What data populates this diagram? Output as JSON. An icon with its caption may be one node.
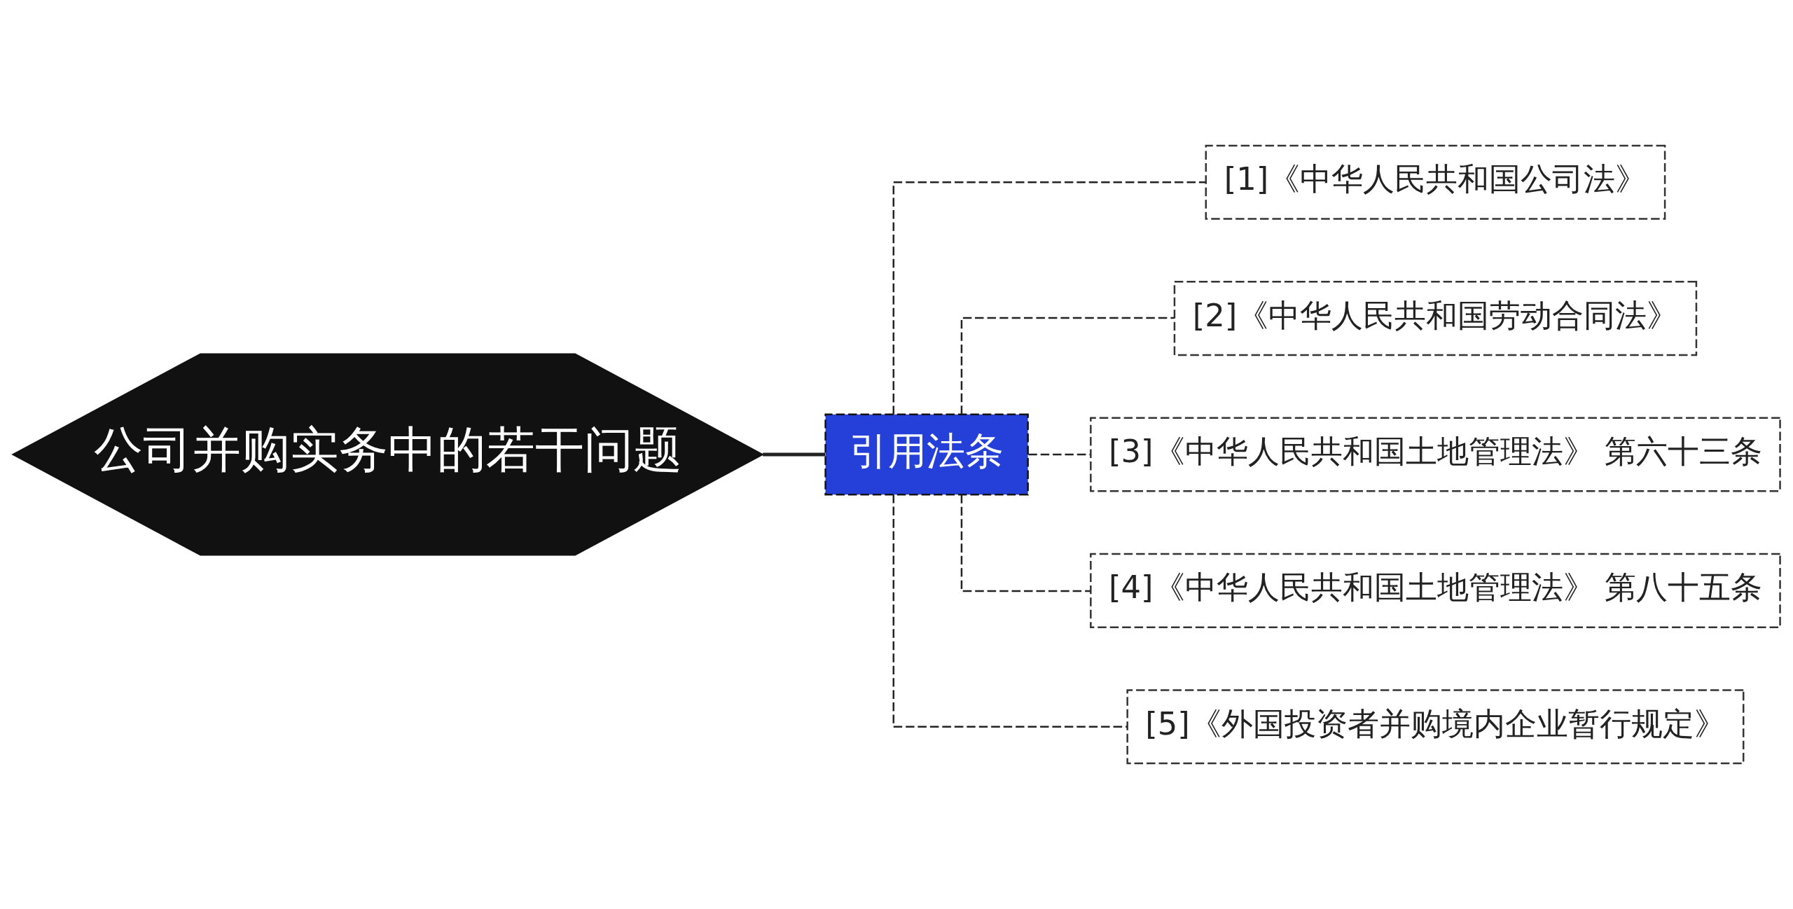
{
  "diagram": {
    "nodes": [
      {
        "text": [
          "公司并购实务中的若干问题"
        ]
      },
      {
        "text": [
          "引用法条"
        ]
      },
      {
        "text": [
          "[1]《中华人民共和国公司法》"
        ]
      },
      {
        "text": [
          "[2]《中华人民共和国劳动合同法》"
        ]
      },
      {
        "text": [
          "[3]《中华人民共和国土地管理法》 第六十三条"
        ]
      },
      {
        "text": [
          "[4]《中华人民共和国土地管理法》 第八十五条"
        ]
      },
      {
        "text": [
          "[5]《外国投资者并购境内企业暂行规定》"
        ]
      }
    ],
    "edges": [
      {
        "from": 0,
        "to": 1,
        "arrow": "none"
      },
      {
        "from": 1,
        "to": 2,
        "arrow": "none",
        "style": "dashed"
      },
      {
        "from": 1,
        "to": 3,
        "arrow": "none",
        "style": "dashed"
      },
      {
        "from": 1,
        "to": 4,
        "arrow": "none",
        "style": "dashed"
      },
      {
        "from": 1,
        "to": 5,
        "arrow": "none",
        "style": "dashed"
      },
      {
        "from": 1,
        "to": 6,
        "arrow": "none",
        "style": "dashed"
      }
    ]
  }
}
